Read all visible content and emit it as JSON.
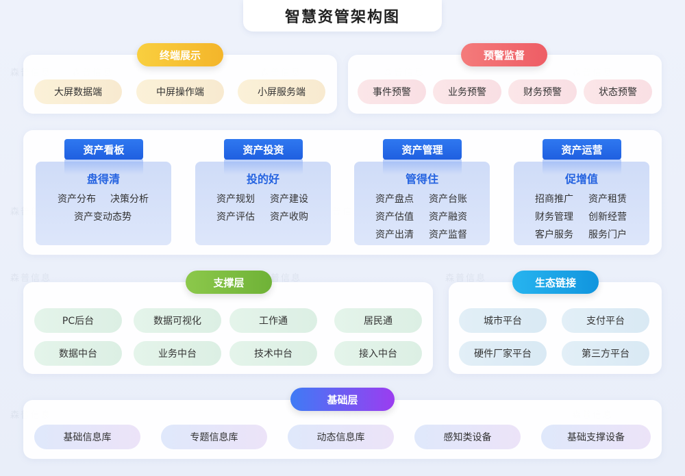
{
  "title": "智慧资管架构图",
  "watermark": "森普信息",
  "terminal": {
    "header": "终端展示",
    "items": [
      "大屏数据端",
      "中屏操作端",
      "小屏服务端"
    ]
  },
  "warning": {
    "header": "预警监督",
    "items": [
      "事件预警",
      "业务预警",
      "财务预警",
      "状态预警"
    ]
  },
  "modules": [
    {
      "tab": "资产看板",
      "subtitle": "盘得清",
      "items": [
        "资产分布",
        "决策分析",
        "资产变动态势"
      ]
    },
    {
      "tab": "资产投资",
      "subtitle": "投的好",
      "items": [
        "资产规划",
        "资产建设",
        "资产评估",
        "资产收购"
      ]
    },
    {
      "tab": "资产管理",
      "subtitle": "管得住",
      "items": [
        "资产盘点",
        "资产台账",
        "资产估值",
        "资产融资",
        "资产出清",
        "资产监督"
      ]
    },
    {
      "tab": "资产运营",
      "subtitle": "促增值",
      "items": [
        "招商推广",
        "资产租赁",
        "财务管理",
        "创新经营",
        "客户服务",
        "服务门户"
      ]
    }
  ],
  "support": {
    "header": "支撑层",
    "items": [
      "PC后台",
      "数据可视化",
      "工作通",
      "居民通",
      "数据中台",
      "业务中台",
      "技术中台",
      "接入中台"
    ]
  },
  "ecology": {
    "header": "生态链接",
    "items": [
      "城市平台",
      "支付平台",
      "硬件厂家平台",
      "第三方平台"
    ]
  },
  "base": {
    "header": "基础层",
    "items": [
      "基础信息库",
      "专题信息库",
      "动态信息库",
      "感知类设备",
      "基础支撑设备"
    ]
  },
  "colors": {
    "terminal_head": "#f7c232",
    "terminal_pill": "#fbefd6",
    "warning_head": "#f26a6a",
    "warning_pill": "#fbe2e6",
    "module_tab": "#2563e0",
    "support_head": "#7dbd3e",
    "support_pill": "#e1f3e8",
    "ecology_head": "#1aa6e8",
    "ecology_pill": "#ddedf6",
    "base_head": "#6d4ff0",
    "base_pill": "#e3e8fb"
  }
}
